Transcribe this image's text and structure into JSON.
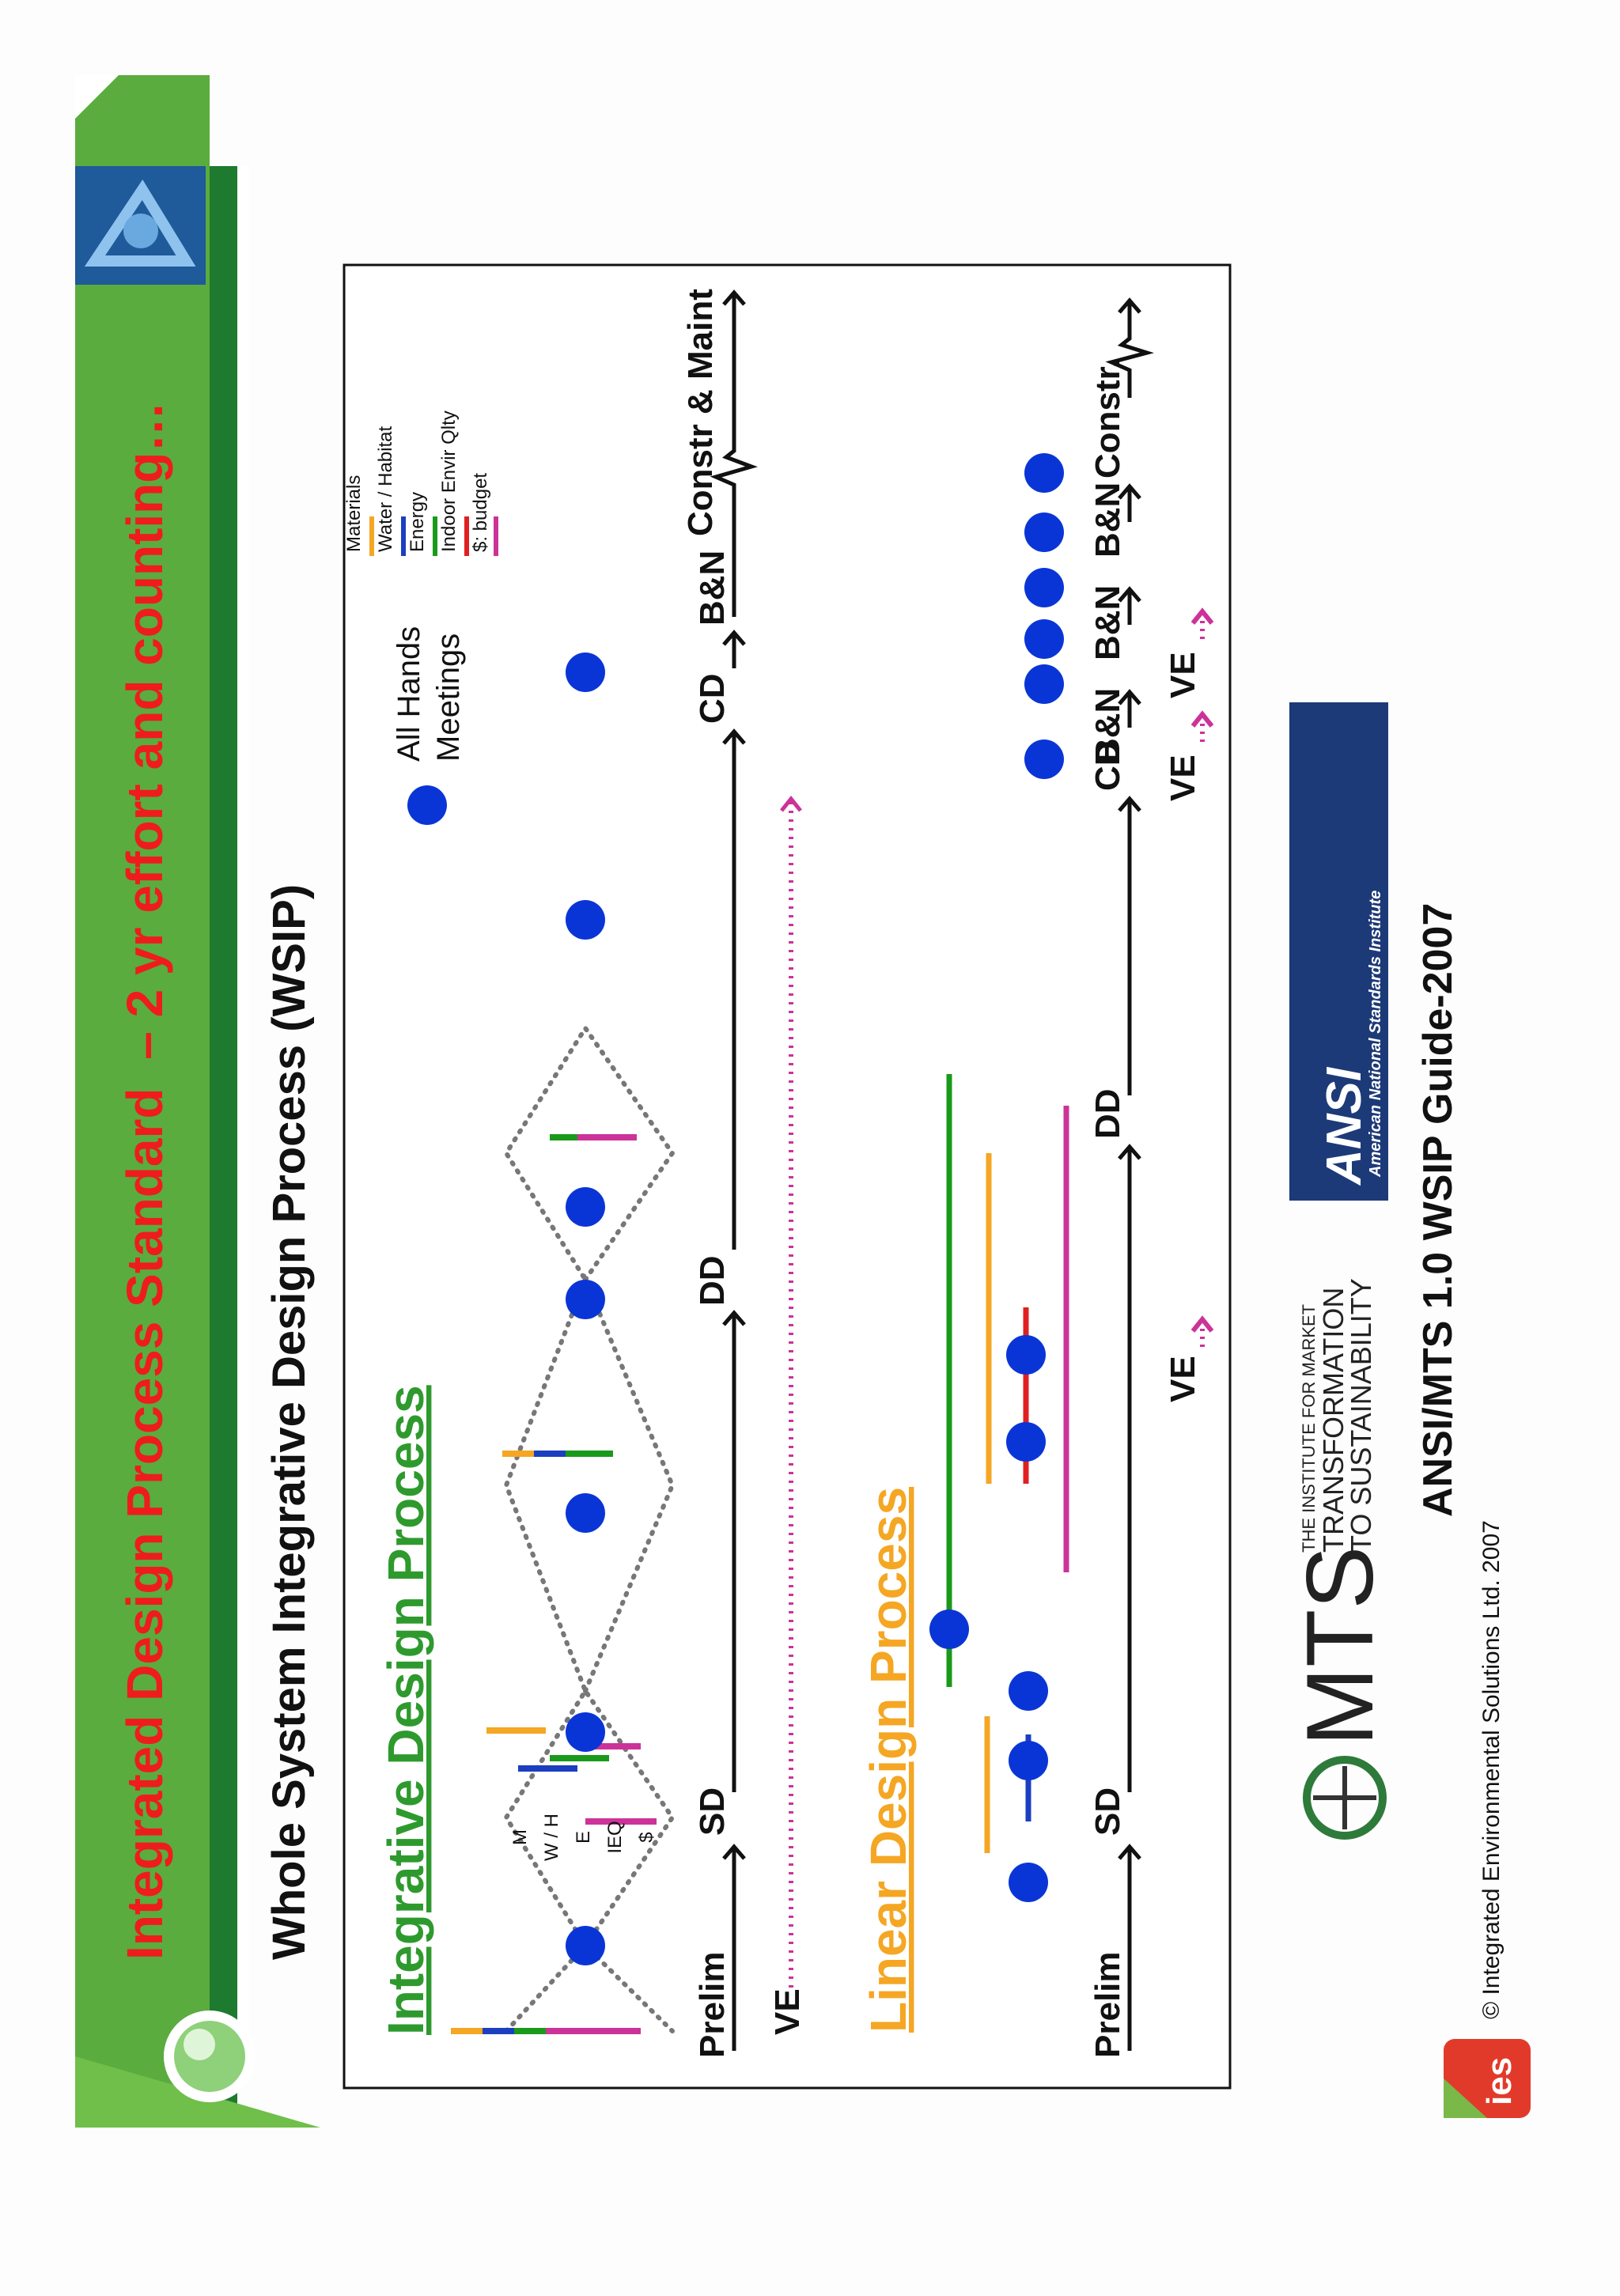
{
  "slide": {
    "title_main": "Integrated Design Process Standard",
    "title_accent": "– 2 yr effort and counting…",
    "subtitle": "Whole System Integrative Design Process (WSIP)",
    "copyright": "© Integrated Environmental Solutions Ltd. 2007",
    "ies_logo": "ies",
    "footer_title": "ANSI/MTS 1.0 WSIP Guide-2007",
    "mts_logo": {
      "big": "MTS",
      "line1": "THE INSTITUTE FOR MARKET",
      "line2": "TRANSFORMATION",
      "line3": "TO SUSTAINABILITY"
    },
    "ansi_logo": {
      "big": "ANSI",
      "small": "American National Standards Institute"
    }
  },
  "legend": {
    "hands_line1": "All Hands",
    "hands_line2": "Meetings",
    "materials": "Materials",
    "water": "Water / Habitat",
    "energy": "Energy",
    "indoor": "Indoor Envir Qlty",
    "budget": "$: budget"
  },
  "colors": {
    "orange": "#f5a623",
    "blue": "#1b3fbf",
    "green": "#1a9a1a",
    "magenta": "#cc3399",
    "dot": "#0a35d6",
    "title_red": "#ee1c1c",
    "red_bar": "#e02020"
  },
  "integrative": {
    "heading": "Integrative Design Process",
    "phases": [
      "Prelim",
      "SD",
      "DD",
      "CD",
      "B&N",
      "Constr & Maint"
    ],
    "ve": "VE",
    "diamond_labels": [
      "M",
      "W / H",
      "E",
      "IEQ",
      "$"
    ]
  },
  "linear": {
    "heading": "Linear Design Process",
    "phases": [
      "Prelim",
      "SD",
      "DD",
      "CD",
      "B&N",
      "B&N",
      "B&N",
      "Constr."
    ],
    "ve": [
      "VE",
      "VE",
      "VE"
    ]
  }
}
